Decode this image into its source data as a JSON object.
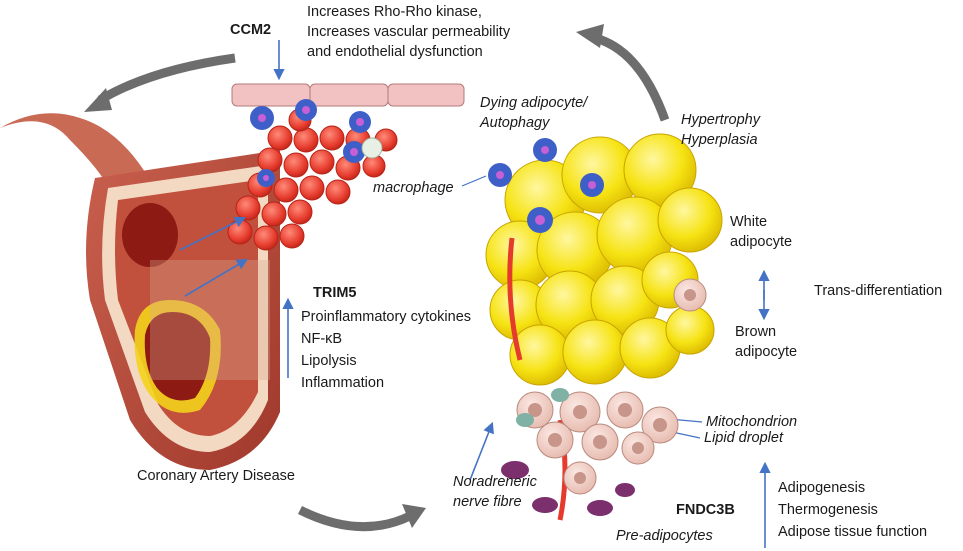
{
  "ccm2": {
    "gene": "CCM2",
    "effects": [
      "Increases Rho-Rho kinase,",
      "Increases vascular permeability",
      "and endothelial dysfunction"
    ]
  },
  "trim5": {
    "gene": "TRIM5",
    "effects": [
      "Proinflammatory cytokines",
      "NF-κB",
      "Lipolysis",
      "Inflammation"
    ]
  },
  "fndc3b": {
    "gene": "FNDC3B",
    "effects": [
      "Adipogenesis",
      "Thermogenesis",
      "Adipose tissue function"
    ]
  },
  "labels": {
    "dying": [
      "Dying adipocyte/",
      "Autophagy"
    ],
    "hypertrophy": [
      "Hypertrophy",
      "Hyperplasia"
    ],
    "macrophage": "macrophage",
    "white": [
      "White",
      "adipocyte"
    ],
    "transdiff": "Trans-differentiation",
    "brown": [
      "Brown",
      "adipocyte"
    ],
    "mito": "Mitochondrion",
    "lipid": "Lipid droplet",
    "nerve": [
      "Noradreneric",
      "nerve fibre"
    ],
    "pre": "Pre-adipocytes",
    "cad": "Coronary Artery Disease"
  },
  "colors": {
    "arrow_blue": "#4472c4",
    "curved_arrow": "#6d6d6d",
    "white_adipocyte": "#f6e313",
    "red_cell": "#e53a2c",
    "macrophage": "#3f5fc8",
    "endothelium": "#f2c2c2",
    "vessel": "#b1463a",
    "plaque": "#f3d21c"
  }
}
